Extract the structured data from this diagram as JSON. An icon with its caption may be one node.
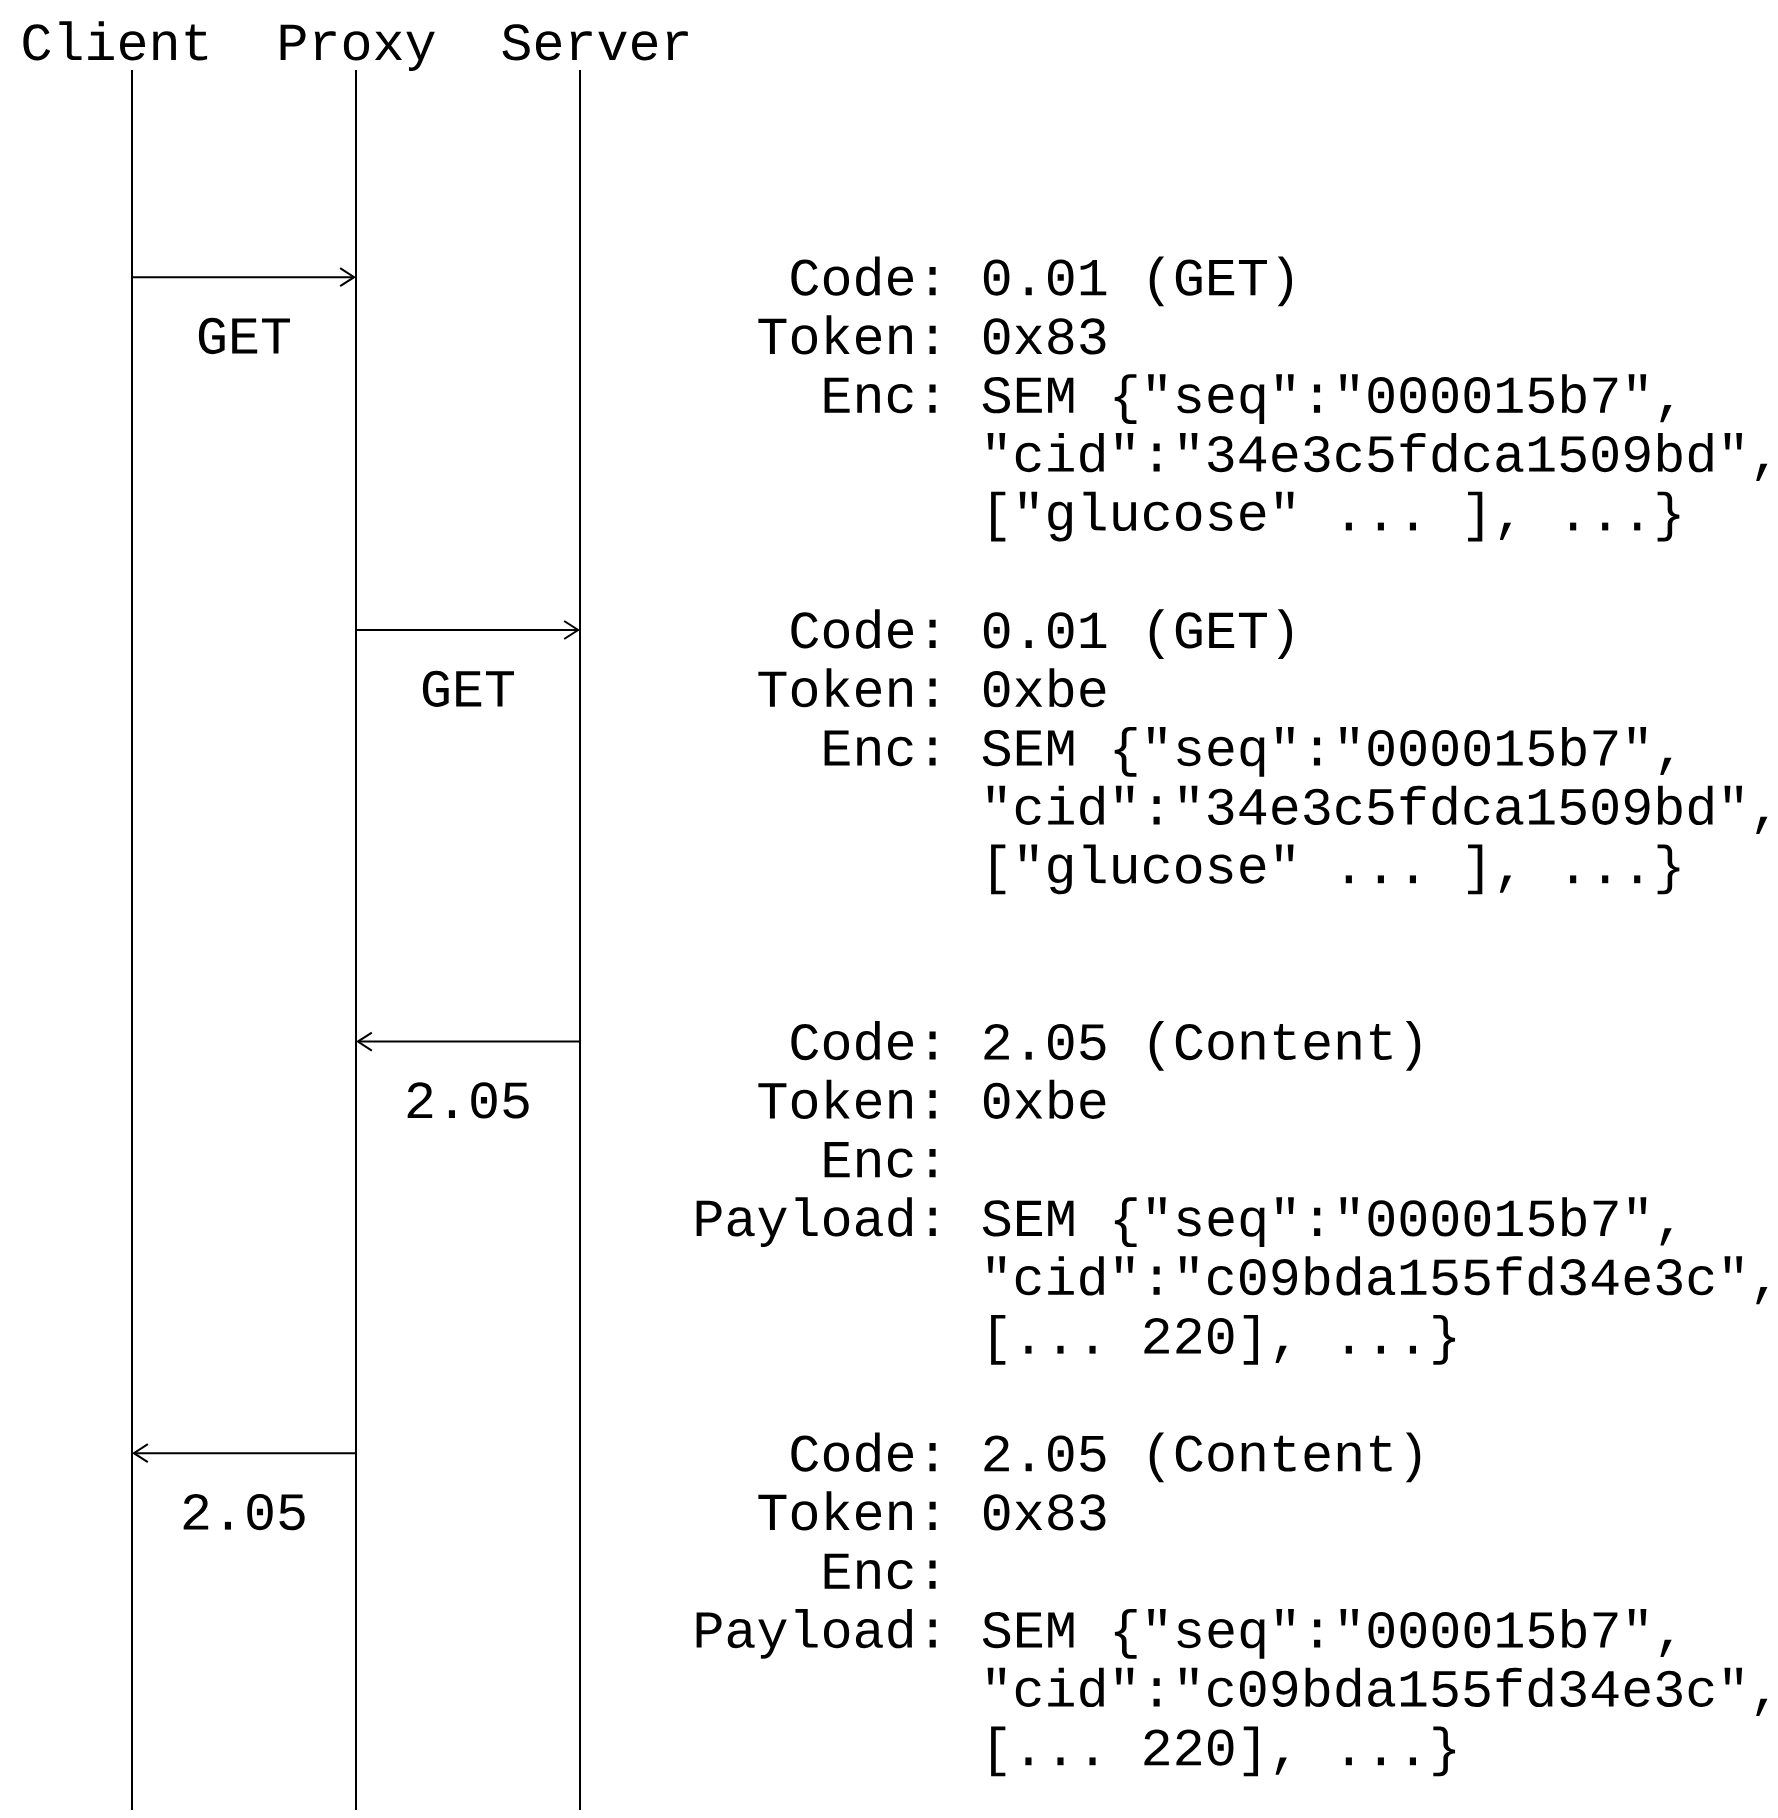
{
  "diagram": {
    "nodes": [
      {
        "text": [
          "Client"
        ]
      },
      {
        "text": [
          "Proxy"
        ]
      },
      {
        "text": [
          "Server"
        ]
      }
    ],
    "edges": [
      {
        "from": 0,
        "to": 1,
        "arrow": "to",
        "label": "GET"
      },
      {
        "from": 1,
        "to": 2,
        "arrow": "to",
        "label": "GET"
      },
      {
        "from": 2,
        "to": 1,
        "arrow": "to",
        "label": "2.05"
      },
      {
        "from": 1,
        "to": 0,
        "arrow": "to",
        "label": "2.05"
      }
    ],
    "labels": [
      "Code: 0.01 (GET)",
      "Token: 0x83",
      "Enc: SEM {\"seq\":\"000015b7\",",
      "\"cid\":\"34e3c5fdca1509bd\",",
      "[\"glucose\" ... ], ...}",
      "Code: 0.01 (GET)",
      "Token: 0xbe",
      "Enc: SEM {\"seq\":\"000015b7\",",
      "\"cid\":\"34e3c5fdca1509bd\",",
      "[\"glucose\" ... ], ...}",
      "Code: 2.05 (Content)",
      "Token: 0xbe",
      "Enc:",
      "Payload: SEM {\"seq\":\"000015b7\",",
      "\"cid\":\"c09bda155fd34e3c\",",
      "[... 220], ...}",
      "Code: 2.05 (Content)",
      "Token: 0x83",
      "Enc:",
      "Payload: SEM {\"seq\":\"000015b7\",",
      "\"cid\":\"c09bda155fd34e3c\",",
      "[... 220], ...}"
    ]
  }
}
